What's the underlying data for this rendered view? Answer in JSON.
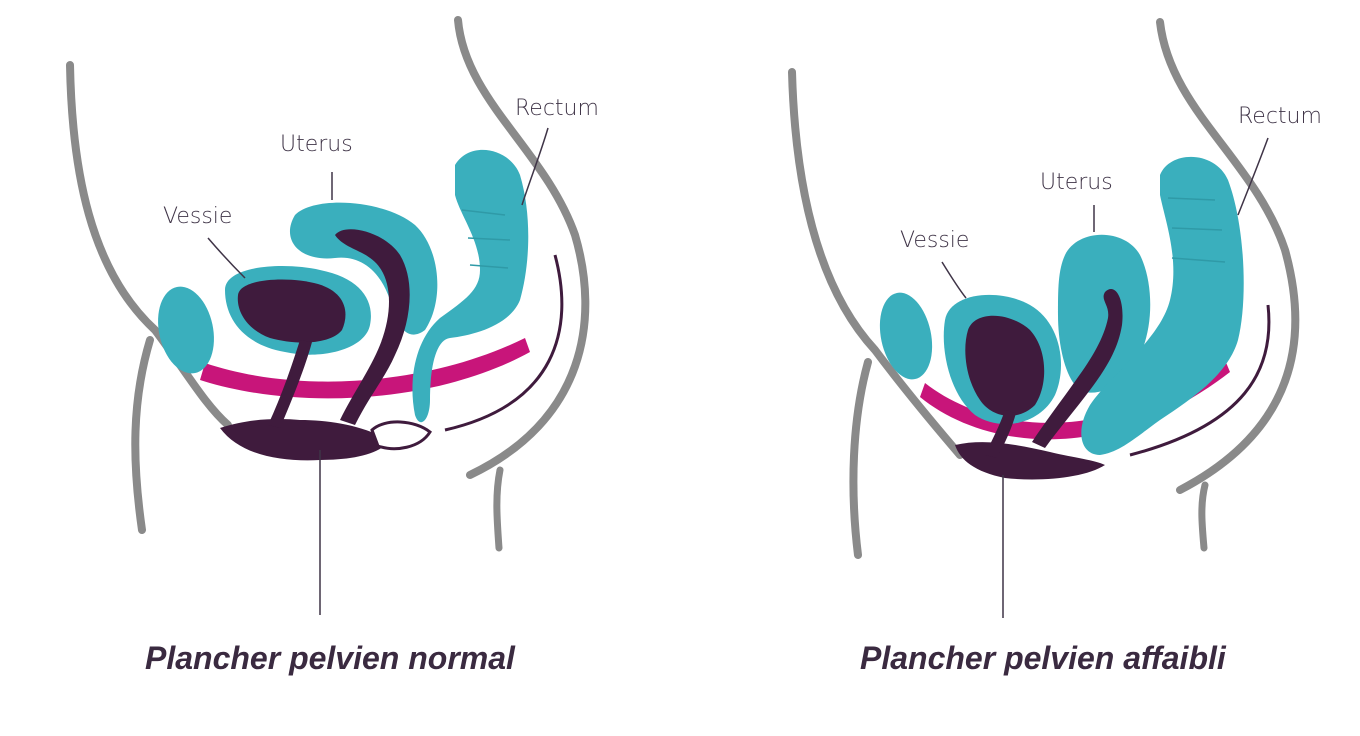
{
  "colors": {
    "body_outline": "#8a8a8a",
    "organ": "#3aafbd",
    "inner": "#3f1b3d",
    "muscle": "#c8157a",
    "leader_line": "#3f3447",
    "text": "#3a2a40"
  },
  "panels": [
    {
      "labels": {
        "rectum": "Rectum",
        "uterus": "Uterus",
        "vessie": "Vessie"
      },
      "caption": "Plancher pelvien normal"
    },
    {
      "labels": {
        "rectum": "Rectum",
        "uterus": "Uterus",
        "vessie": "Vessie"
      },
      "caption": "Plancher pelvien affaibli"
    }
  ]
}
